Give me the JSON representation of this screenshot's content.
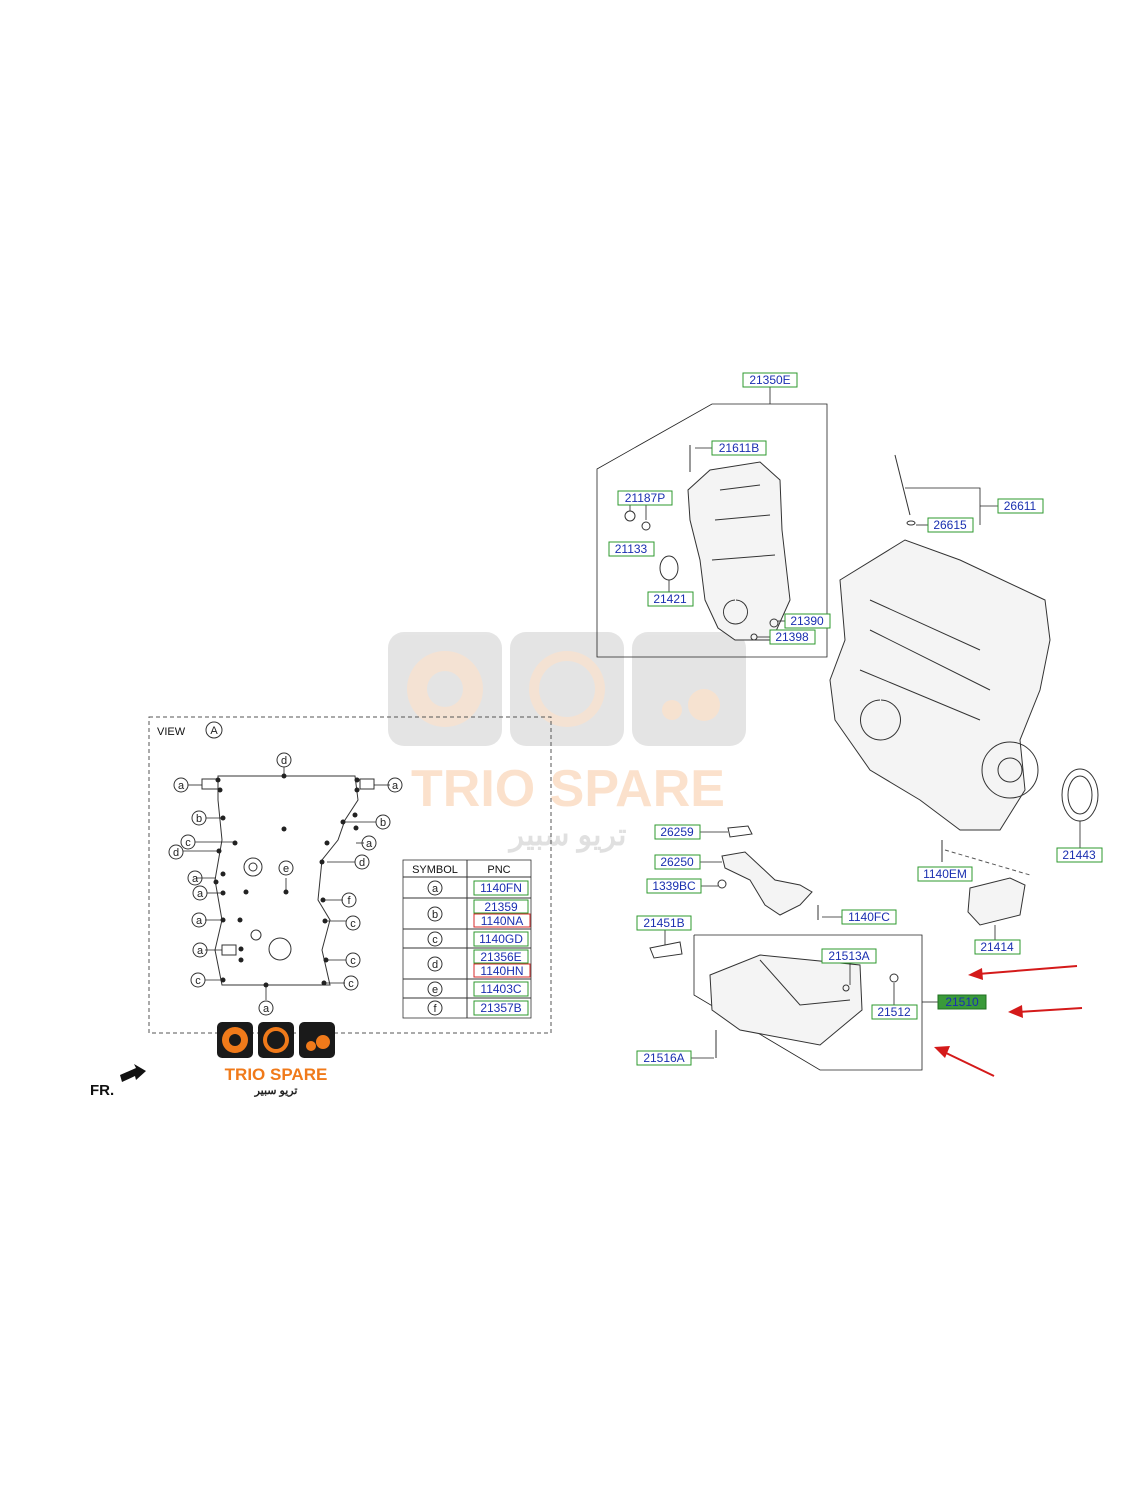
{
  "view_title": "VIEW",
  "view_marker": "A",
  "front_marker": "FR.",
  "watermark": {
    "brand": "TRIO SPARE",
    "arabic": "تريو سبير"
  },
  "logo": {
    "brand": "TRIO SPARE",
    "arabic": "تريو سبير"
  },
  "table": {
    "headers": [
      "SYMBOL",
      "PNC"
    ],
    "rows": [
      {
        "symbol": "a",
        "pnc": [
          "1140FN"
        ]
      },
      {
        "symbol": "b",
        "pnc": [
          "21359",
          "1140NA"
        ]
      },
      {
        "symbol": "c",
        "pnc": [
          "1140GD"
        ]
      },
      {
        "symbol": "d",
        "pnc": [
          "21356E",
          "1140HN"
        ]
      },
      {
        "symbol": "e",
        "pnc": [
          "11403C"
        ]
      },
      {
        "symbol": "f",
        "pnc": [
          "21357B"
        ]
      }
    ]
  },
  "parts": {
    "p21350E": "21350E",
    "p21611B": "21611B",
    "p21187P": "21187P",
    "p21133": "21133",
    "p21421": "21421",
    "p21390": "21390",
    "p21398": "21398",
    "p26611": "26611",
    "p26615": "26615",
    "p21443": "21443",
    "p26259": "26259",
    "p26250": "26250",
    "p1339BC": "1339BC",
    "p1140FC": "1140FC",
    "p1140EM": "1140EM",
    "p21414": "21414",
    "p21451B": "21451B",
    "p21513A": "21513A",
    "p21510": "21510",
    "p21512": "21512",
    "p21516A": "21516A"
  },
  "symbols": {
    "a": "a",
    "b": "b",
    "c": "c",
    "d": "d",
    "e": "e",
    "f": "f"
  },
  "colors": {
    "part_text": "#1a2fb0",
    "part_box": "#2e9a2e",
    "highlight": "#3a9a3a",
    "arrow": "#d41a1a",
    "logo_orange": "#f07a1a"
  }
}
